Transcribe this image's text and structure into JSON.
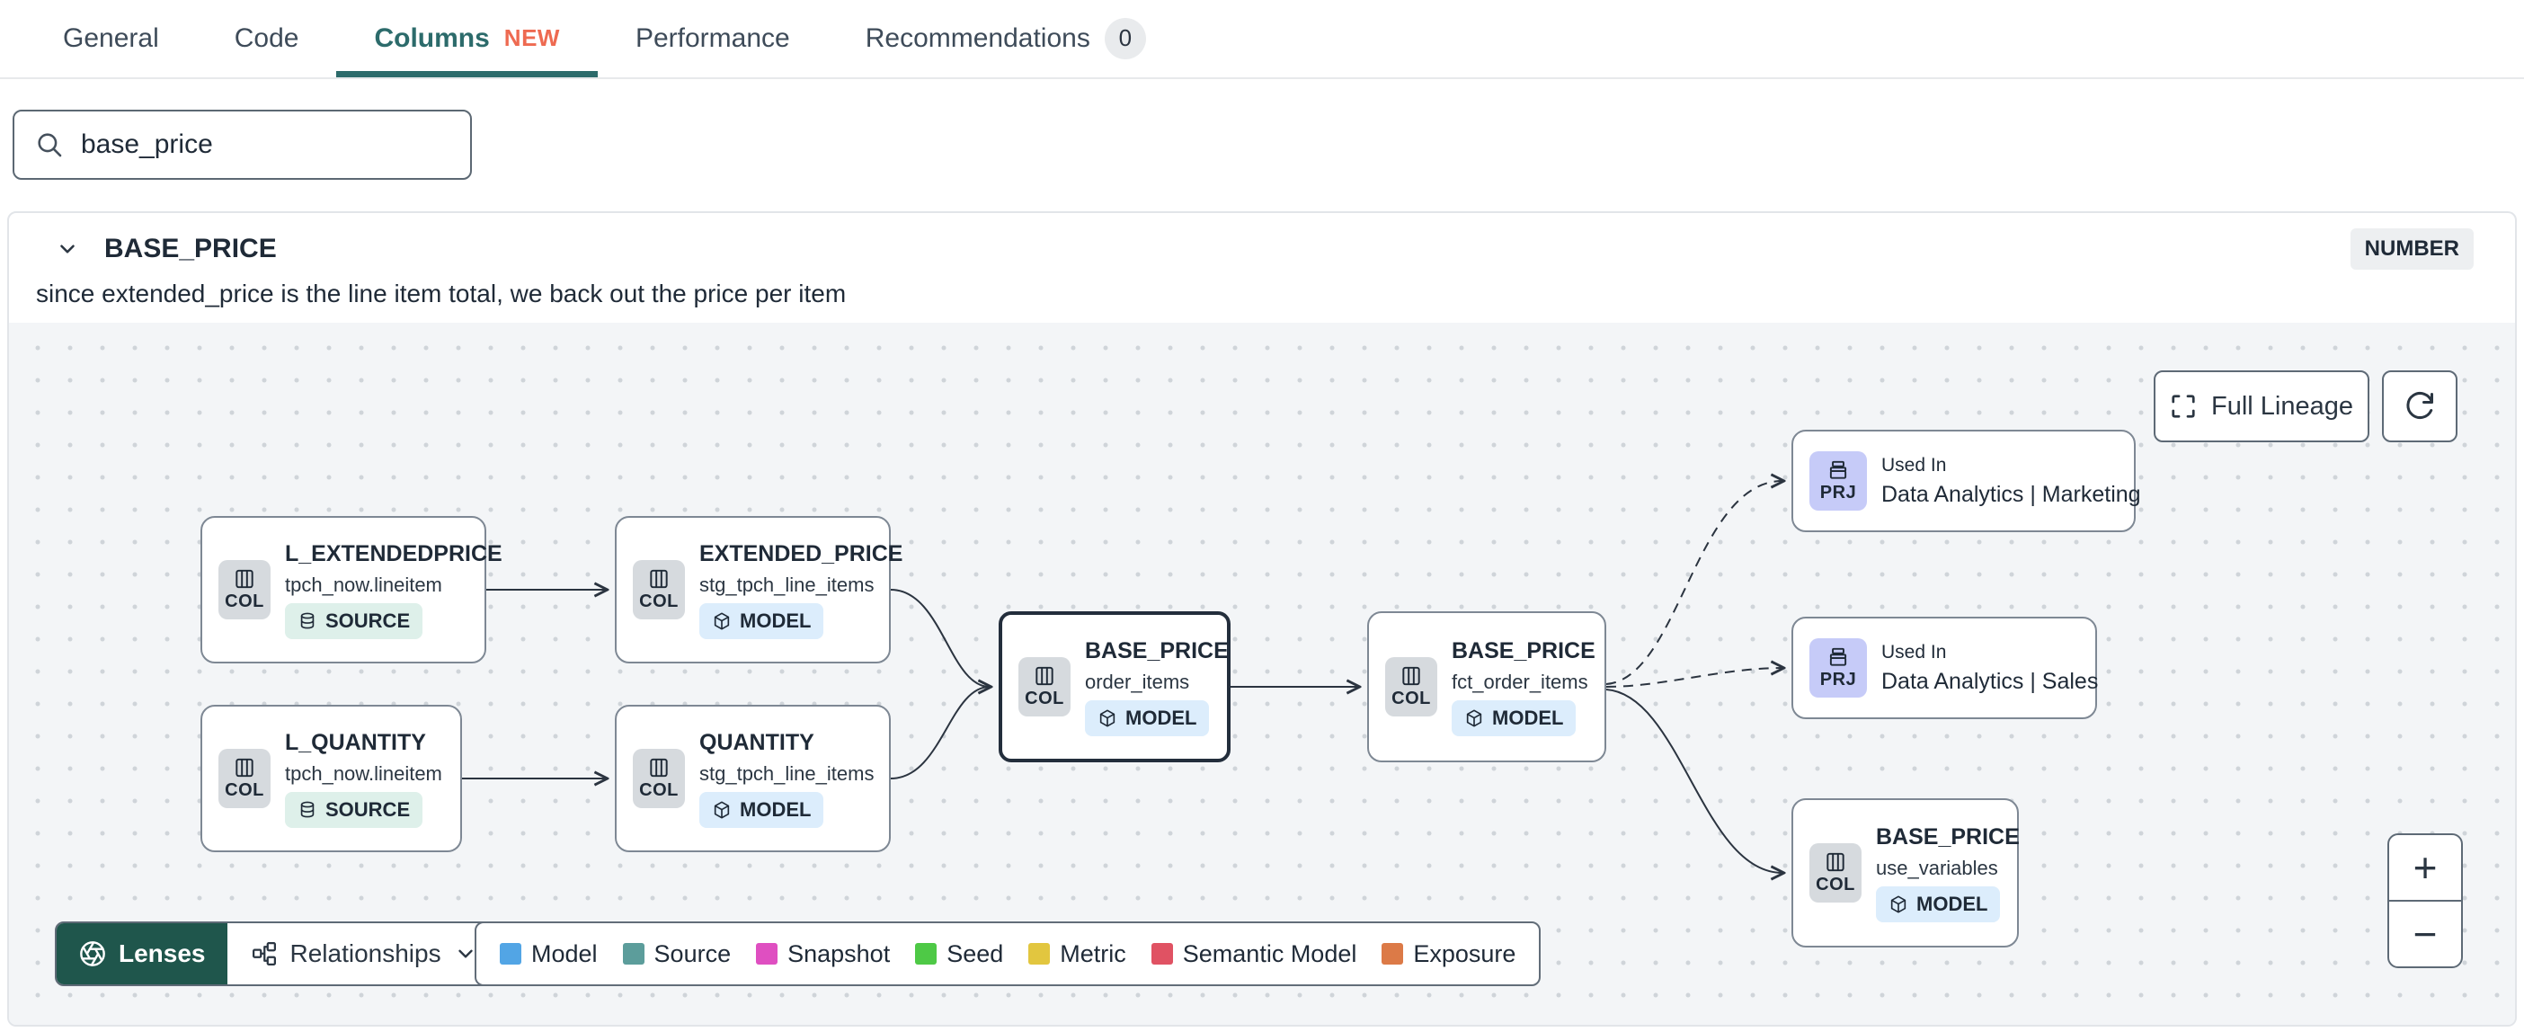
{
  "tabs": {
    "general": "General",
    "code": "Code",
    "columns": "Columns",
    "columns_badge": "NEW",
    "performance": "Performance",
    "recommendations": "Recommendations",
    "recommendations_count": "0"
  },
  "search": {
    "value": "base_price"
  },
  "column": {
    "name": "BASE_PRICE",
    "type": "NUMBER",
    "description": "since extended_price is the line item total, we back out the price per item"
  },
  "lineage": {
    "full_lineage": "Full Lineage",
    "nodes": [
      {
        "chip": "COL",
        "title": "L_EXTENDEDPRICE",
        "subtitle": "tpch_now.lineitem",
        "badge": "SOURCE"
      },
      {
        "chip": "COL",
        "title": "EXTENDED_PRICE",
        "subtitle": "stg_tpch_line_items",
        "badge": "MODEL"
      },
      {
        "chip": "COL",
        "title": "L_QUANTITY",
        "subtitle": "tpch_now.lineitem",
        "badge": "SOURCE"
      },
      {
        "chip": "COL",
        "title": "QUANTITY",
        "subtitle": "stg_tpch_line_items",
        "badge": "MODEL"
      },
      {
        "chip": "COL",
        "title": "BASE_PRICE",
        "subtitle": "order_items",
        "badge": "MODEL"
      },
      {
        "chip": "COL",
        "title": "BASE_PRICE",
        "subtitle": "fct_order_items",
        "badge": "MODEL"
      },
      {
        "chip": "COL",
        "title": "BASE_PRICE",
        "subtitle": "use_variables",
        "badge": "MODEL"
      }
    ],
    "used_in": [
      {
        "chip": "PRJ",
        "label": "Used In",
        "name": "Data Analytics | Marketing"
      },
      {
        "chip": "PRJ",
        "label": "Used In",
        "name": "Data Analytics | Sales"
      }
    ],
    "toolbar": {
      "lenses": "Lenses",
      "relationships": "Relationships"
    },
    "legend": [
      {
        "label": "Model",
        "color": "#52a5e5"
      },
      {
        "label": "Source",
        "color": "#5c9d9b"
      },
      {
        "label": "Snapshot",
        "color": "#df4fc1"
      },
      {
        "label": "Seed",
        "color": "#4ec946"
      },
      {
        "label": "Metric",
        "color": "#e2c63f"
      },
      {
        "label": "Semantic Model",
        "color": "#e05263"
      },
      {
        "label": "Exposure",
        "color": "#dc7a47"
      }
    ],
    "zoom_in": "+",
    "zoom_out": "−"
  }
}
